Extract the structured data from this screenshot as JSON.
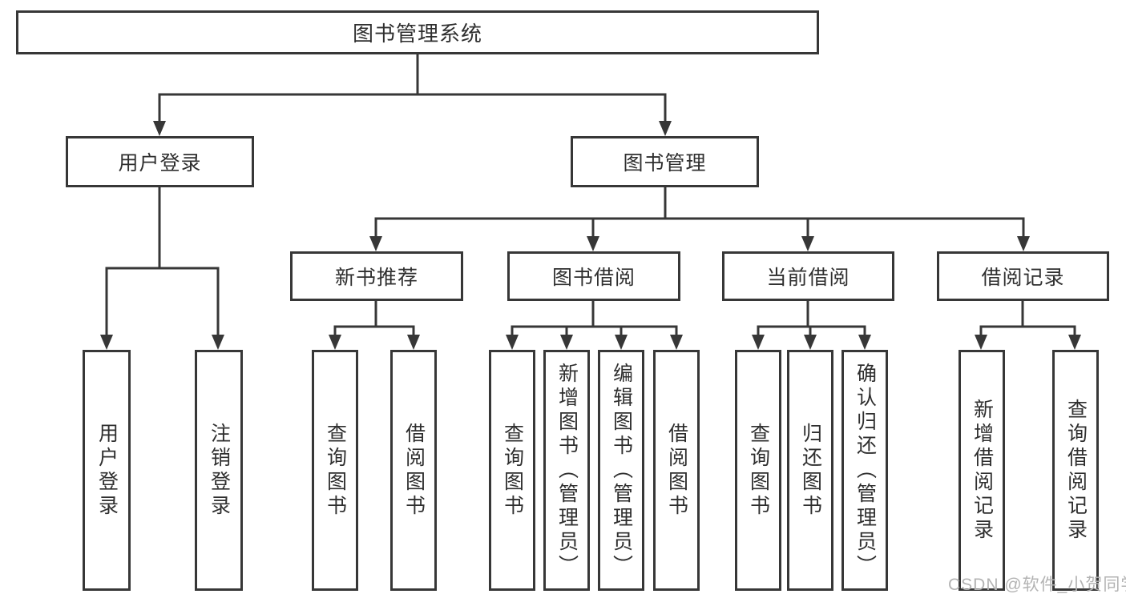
{
  "diagram": {
    "root": {
      "label": "图书管理系统"
    },
    "branches": [
      {
        "label": "用户登录",
        "children": [
          {
            "label": "用户登录"
          },
          {
            "label": "注销登录"
          }
        ]
      },
      {
        "label": "图书管理",
        "children": [
          {
            "label": "新书推荐",
            "children": [
              {
                "label": "查询图书"
              },
              {
                "label": "借阅图书"
              }
            ]
          },
          {
            "label": "图书借阅",
            "children": [
              {
                "label": "查询图书"
              },
              {
                "label": "新增图书（管理员）"
              },
              {
                "label": "编辑图书（管理员）"
              },
              {
                "label": "借阅图书"
              }
            ]
          },
          {
            "label": "当前借阅",
            "children": [
              {
                "label": "查询图书"
              },
              {
                "label": "归还图书"
              },
              {
                "label": "确认归还（管理员）"
              }
            ]
          },
          {
            "label": "借阅记录",
            "children": [
              {
                "label": "新增借阅记录"
              },
              {
                "label": "查询借阅记录"
              }
            ]
          }
        ]
      }
    ]
  },
  "watermark": "CSDN @软件_小贺同学",
  "colors": {
    "line": "#373737",
    "box_border": "#373737",
    "text": "#2f2f2f",
    "watermark": "#b3b3b3",
    "background": "#ffffff"
  }
}
